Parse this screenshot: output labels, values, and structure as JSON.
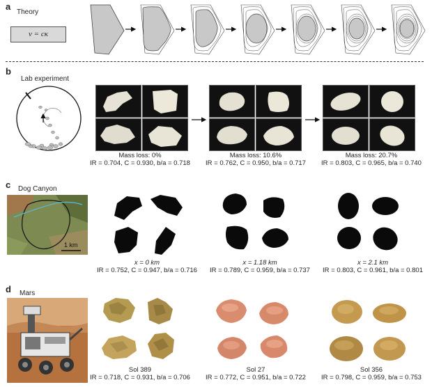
{
  "panels": {
    "a": {
      "label": "a",
      "title": "Theory",
      "equation": "v = cκ"
    },
    "b": {
      "label": "b",
      "title": "Lab experiment",
      "captions": [
        {
          "line1": "Mass loss: 0%",
          "line2": "IR = 0.704, C = 0.930, b/a = 0.718"
        },
        {
          "line1": "Mass loss: 10.6%",
          "line2": "IR = 0.762, C = 0.950, b/a = 0.717"
        },
        {
          "line1": "Mass loss: 20.7%",
          "line2": "IR = 0.803, C = 0.965, b/a = 0.740"
        }
      ]
    },
    "c": {
      "label": "c",
      "title": "Dog Canyon",
      "scale": "1 km",
      "captions": [
        {
          "line1": "x = 0 km",
          "line2": "IR = 0.752, C = 0.947, b/a = 0.716"
        },
        {
          "line1": "x = 1.18 km",
          "line2": "IR = 0.789, C = 0.959, b/a = 0.737"
        },
        {
          "line1": "x = 2.1 km",
          "line2": "IR = 0.803, C = 0.961, b/a = 0.801"
        }
      ]
    },
    "d": {
      "label": "d",
      "title": "Mars",
      "captions": [
        {
          "line1": "Sol 389",
          "line2": "IR = 0.718, C = 0.931, b/a = 0.706"
        },
        {
          "line1": "Sol 27",
          "line2": "IR = 0.772, C = 0.951, b/a = 0.722"
        },
        {
          "line1": "Sol 356",
          "line2": "IR = 0.798, C = 0.959, b/a = 0.753"
        }
      ]
    }
  },
  "colors": {
    "shape_gray": "#c8c8c8",
    "silhouette": "#0a0a0a",
    "mars_rock_1": "#b59a52",
    "mars_rock_2": "#d98c6e",
    "mars_rock_3": "#c49a50"
  }
}
